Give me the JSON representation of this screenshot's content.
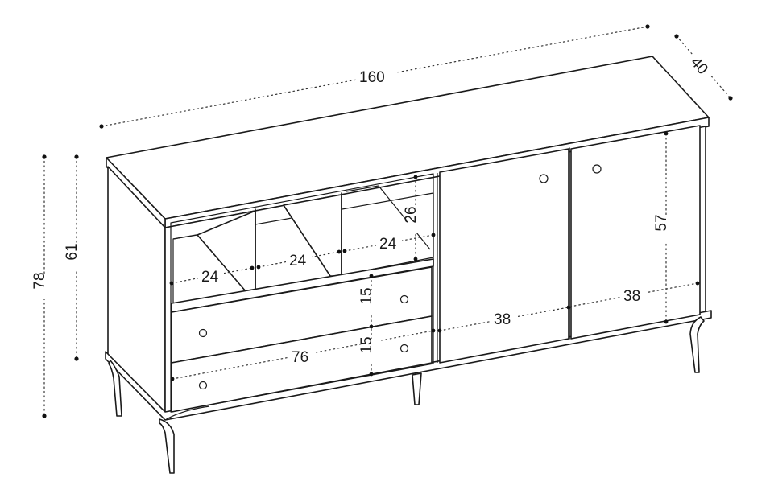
{
  "dimensions": {
    "overall_width": "160",
    "depth": "40",
    "overall_height": "78",
    "body_height": "61",
    "door_height": "57",
    "shelf_height": "26",
    "compartment_1_width": "24",
    "compartment_2_width": "24",
    "compartment_3_width": "24",
    "drawer_1_height": "15",
    "drawer_2_height": "15",
    "drawer_width": "76",
    "door_1_width": "38",
    "door_2_width": "38"
  }
}
